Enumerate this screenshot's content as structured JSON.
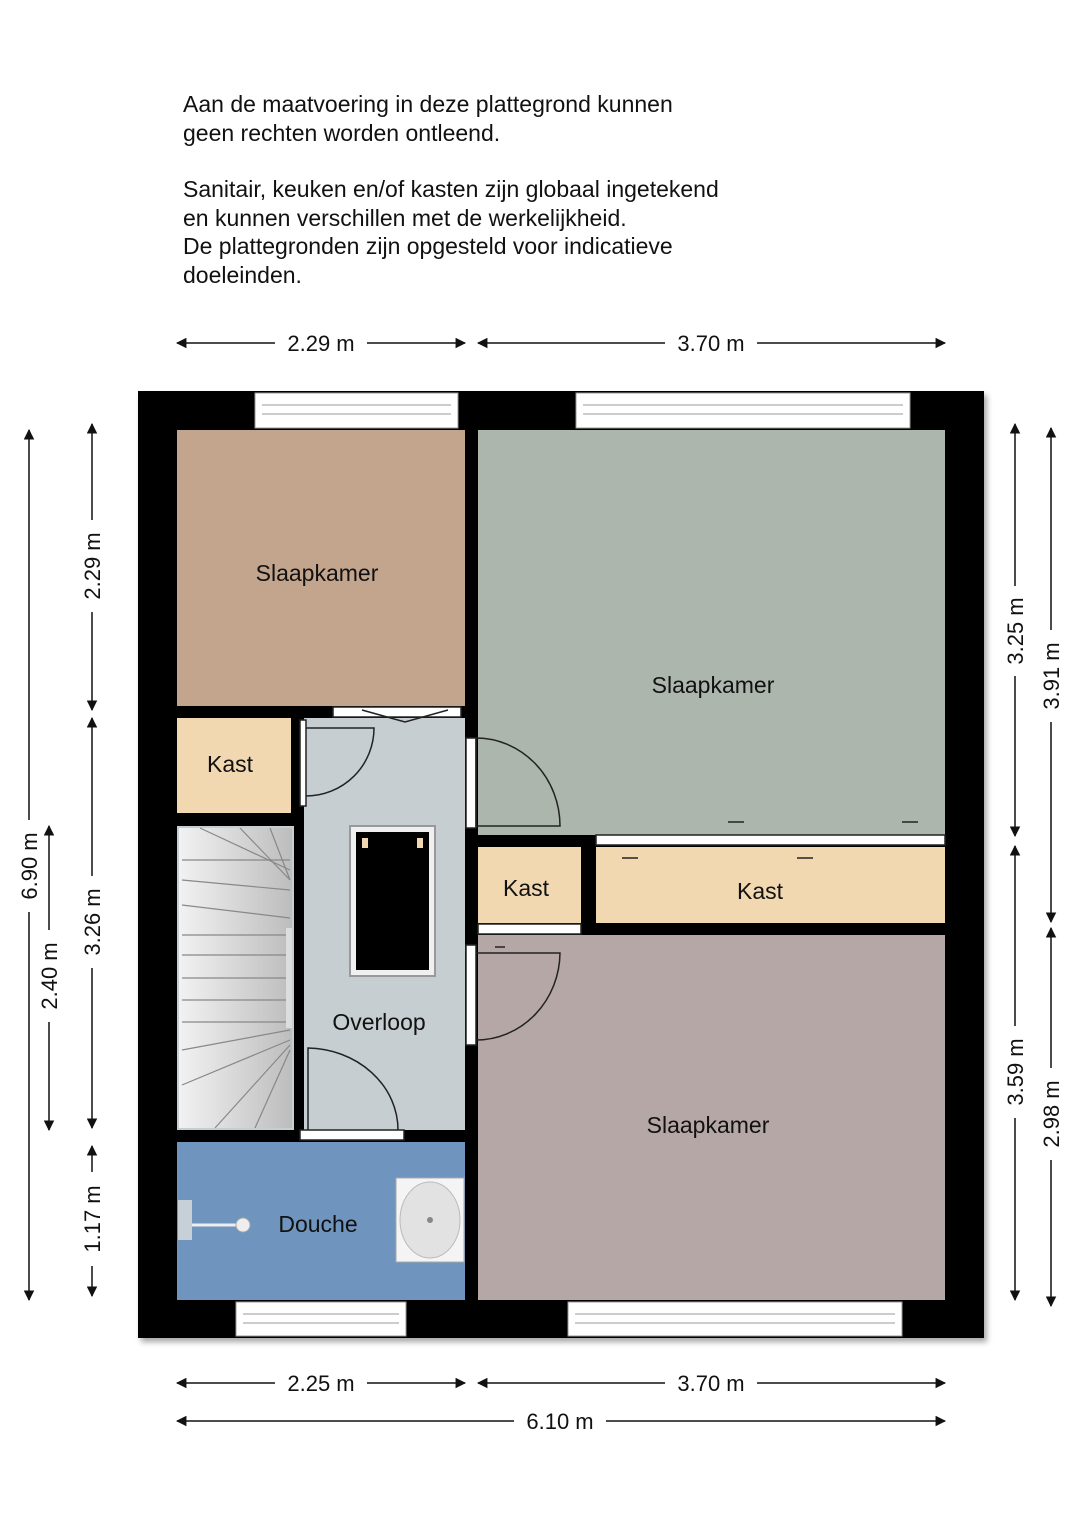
{
  "disclaimer": {
    "line1": "Aan de maatvoering in deze  plattegrond kunnen",
    "line2": "geen rechten worden ontleend.",
    "line3": "Sanitair, keuken en/of kasten zijn globaal ingetekend",
    "line4": "en kunnen verschillen met de werkelijkheid.",
    "line5": "De plattegronden zijn opgesteld voor indicatieve",
    "line6": "doeleinden."
  },
  "rooms": {
    "slaapkamer_1": "Slaapkamer",
    "slaapkamer_2": "Slaapkamer",
    "slaapkamer_3": "Slaapkamer",
    "kast_1": "Kast",
    "kast_2": "Kast",
    "kast_3": "Kast",
    "overloop": "Overloop",
    "douche": "Douche"
  },
  "dimensions": {
    "top_left": "2.29 m",
    "top_right": "3.70 m",
    "bottom_left": "2.25 m",
    "bottom_right": "3.70 m",
    "bottom_total": "6.10 m",
    "left_total": "6.90 m",
    "left_mid": "2.40 m",
    "left_top": "2.29 m",
    "left_center": "3.26 m",
    "left_bottom": "1.17 m",
    "right_top": "3.25 m",
    "right_bottom": "3.59 m",
    "far_right_top": "3.91 m",
    "far_right_bottom": "2.98 m"
  },
  "colors": {
    "wall": "#000000",
    "slaapkamer_1": "#c3a48d",
    "slaapkamer_2": "#acb6ac",
    "slaapkamer_3": "#b5a7a5",
    "kast": "#f2d8b1",
    "overloop": "#c7ced2",
    "douche": "#6f94be"
  }
}
